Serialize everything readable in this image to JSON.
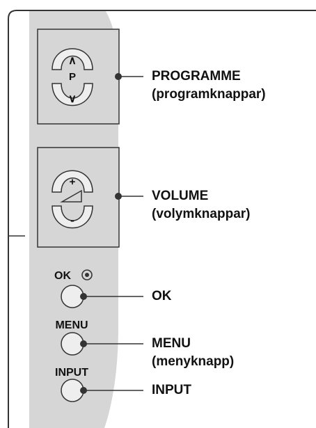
{
  "panel": {
    "colors": {
      "frame": "#333333",
      "panel_fill": "#d6d6d6",
      "button_fill": "#eeeeee",
      "dot": "#333333"
    },
    "programme_key": {
      "up_symbol": "∧",
      "label": "P",
      "down_symbol": "∨"
    },
    "volume_key": {
      "up_symbol": "+",
      "icon": "volume-wedge-icon",
      "down_symbol": "-"
    },
    "ok_label": "OK",
    "ok_icon": "target-icon",
    "menu_label": "MENU",
    "input_label": "INPUT"
  },
  "callouts": {
    "programme": {
      "title": "PROGRAMME",
      "subtitle": "(programknappar)"
    },
    "volume": {
      "title": "VOLUME",
      "subtitle": "(volymknappar)"
    },
    "ok": {
      "title": "OK"
    },
    "menu": {
      "title": "MENU",
      "subtitle": "(menyknapp)"
    },
    "input": {
      "title": "INPUT"
    }
  }
}
